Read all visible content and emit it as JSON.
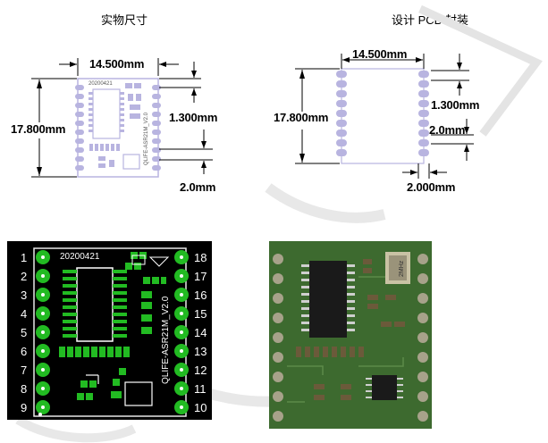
{
  "titles": {
    "physical": "实物尺寸",
    "pcb_package": "设计 PCB 封装"
  },
  "left_dims": {
    "width": "14.500mm",
    "height": "17.800mm",
    "pitch": "1.300mm",
    "pad": "2.0mm",
    "silk_date": "20200421",
    "silk_name": "QLIFE-ASR21M_V2.0"
  },
  "right_dims": {
    "width": "14.500mm",
    "height": "17.800mm",
    "pitch": "1.300mm",
    "pad": "2.0mm",
    "bottom": "2.000mm"
  },
  "layout_board": {
    "date": "20200421",
    "label": "QLIFE-ASR21M_V2.0",
    "left_pins": [
      "1",
      "2",
      "3",
      "4",
      "5",
      "6",
      "7",
      "8",
      "9"
    ],
    "right_pins": [
      "18",
      "17",
      "16",
      "15",
      "14",
      "13",
      "12",
      "11",
      "10"
    ]
  },
  "photo_board": {
    "chip_marking": "2MHz"
  },
  "colors": {
    "pad": "#b8b4e0",
    "layout_bg": "#000000",
    "copper": "#22bb22",
    "pcb_green": "#3d6a2f"
  }
}
